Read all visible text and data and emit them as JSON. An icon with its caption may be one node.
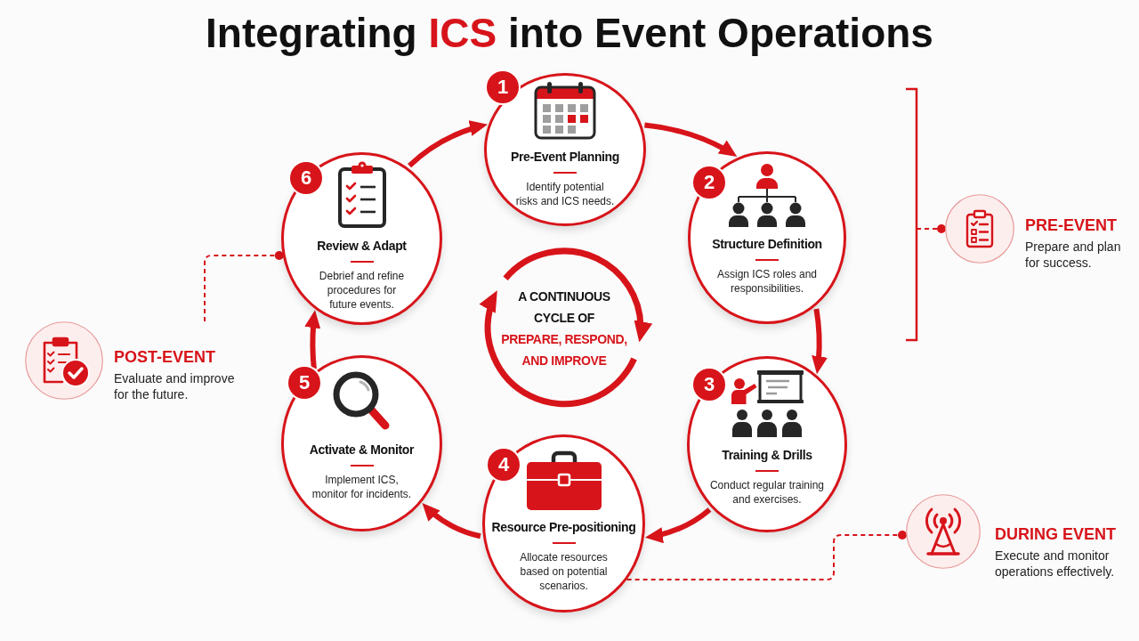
{
  "diagram": {
    "title": "Integrating **ICS** into Event Operations",
    "nodes": [
      {
        "text": [
          "1",
          "Pre-Event Planning",
          "Identify potential risks and ICS needs."
        ]
      },
      {
        "text": [
          "2",
          "Structure Definition",
          "Assign ICS roles and responsibilities."
        ]
      },
      {
        "text": [
          "3",
          "Training & Drills",
          "Conduct regular training and exercises."
        ]
      },
      {
        "text": [
          "4",
          "Resource Pre-positioning",
          "Allocate resources based on potential scenarios."
        ]
      },
      {
        "text": [
          "5",
          "Activate & Monitor",
          "Implement ICS, monitor for incidents."
        ]
      },
      {
        "text": [
          "6",
          "Review & Adapt",
          "Debrief and refine procedures for future events."
        ]
      },
      {
        "text": [
          "A CONTINUOUS CYCLE OF",
          "PREPARE, RESPOND, AND IMPROVE"
        ]
      },
      {
        "text": [
          "PRE-EVENT",
          "Prepare and plan for success."
        ]
      },
      {
        "text": [
          "DURING EVENT",
          "Execute and monitor operations effectively."
        ]
      },
      {
        "text": [
          "POST-EVENT",
          "Evaluate and improve for the future."
        ]
      }
    ],
    "edges": [
      {
        "from": 0,
        "to": 1,
        "arrow": "to"
      },
      {
        "from": 1,
        "to": 2,
        "arrow": "to"
      },
      {
        "from": 2,
        "to": 3,
        "arrow": "to"
      },
      {
        "from": 3,
        "to": 4,
        "arrow": "to"
      },
      {
        "from": 4,
        "to": 5,
        "arrow": "to"
      },
      {
        "from": 5,
        "to": 0,
        "arrow": "to"
      },
      {
        "from": null,
        "to": 7,
        "arrow": "other",
        "style": "dashed"
      },
      {
        "from": 3,
        "to": 8,
        "arrow": "other",
        "style": "dashed"
      },
      {
        "from": 9,
        "to": 5,
        "arrow": "other",
        "style": "dashed"
      }
    ]
  }
}
